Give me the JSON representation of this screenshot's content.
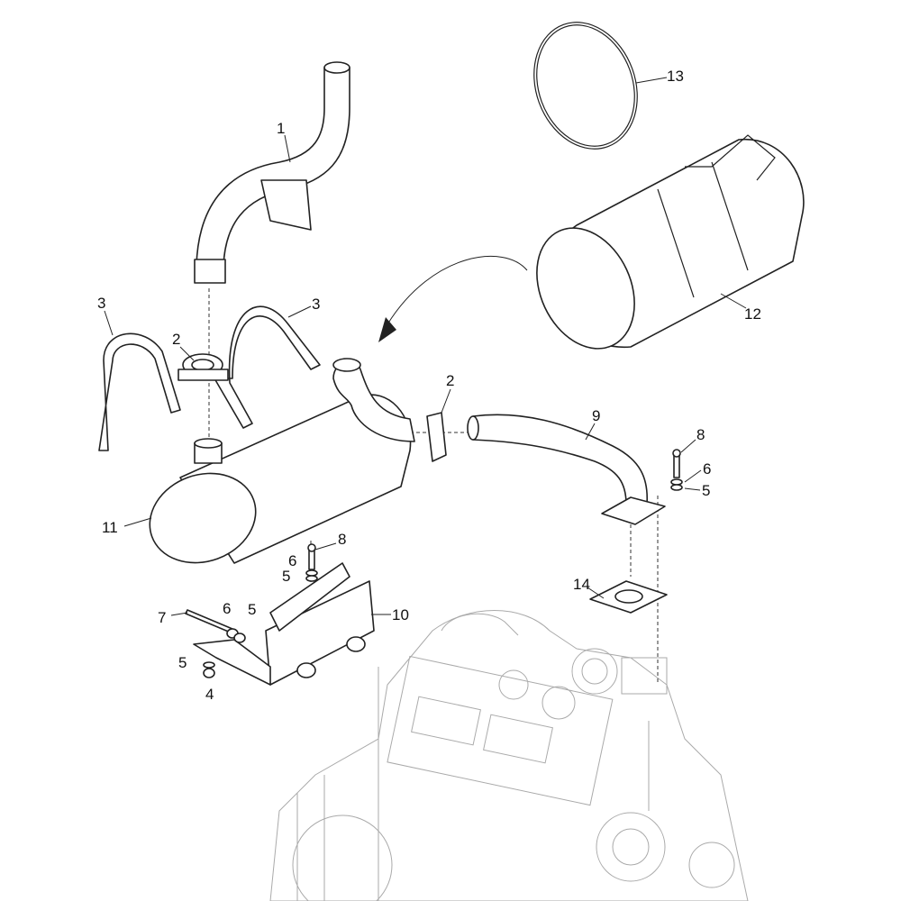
{
  "diagram": {
    "title": "Exhaust system parts breakdown",
    "callouts": [
      {
        "id": "c1",
        "text": "1"
      },
      {
        "id": "c13",
        "text": "13"
      },
      {
        "id": "c12",
        "text": "12"
      },
      {
        "id": "c3a",
        "text": "3"
      },
      {
        "id": "c3b",
        "text": "3"
      },
      {
        "id": "c2a",
        "text": "2"
      },
      {
        "id": "c2b",
        "text": "2"
      },
      {
        "id": "c9",
        "text": "9"
      },
      {
        "id": "c8a",
        "text": "8"
      },
      {
        "id": "c6a",
        "text": "6"
      },
      {
        "id": "c5a",
        "text": "5"
      },
      {
        "id": "c11",
        "text": "11"
      },
      {
        "id": "c8b",
        "text": "8"
      },
      {
        "id": "c6b",
        "text": "6"
      },
      {
        "id": "c5b",
        "text": "5"
      },
      {
        "id": "c10",
        "text": "10"
      },
      {
        "id": "c7",
        "text": "7"
      },
      {
        "id": "c6c",
        "text": "6"
      },
      {
        "id": "c5c",
        "text": "5"
      },
      {
        "id": "c5d",
        "text": "5"
      },
      {
        "id": "c4",
        "text": "4"
      },
      {
        "id": "c14",
        "text": "14"
      }
    ]
  }
}
